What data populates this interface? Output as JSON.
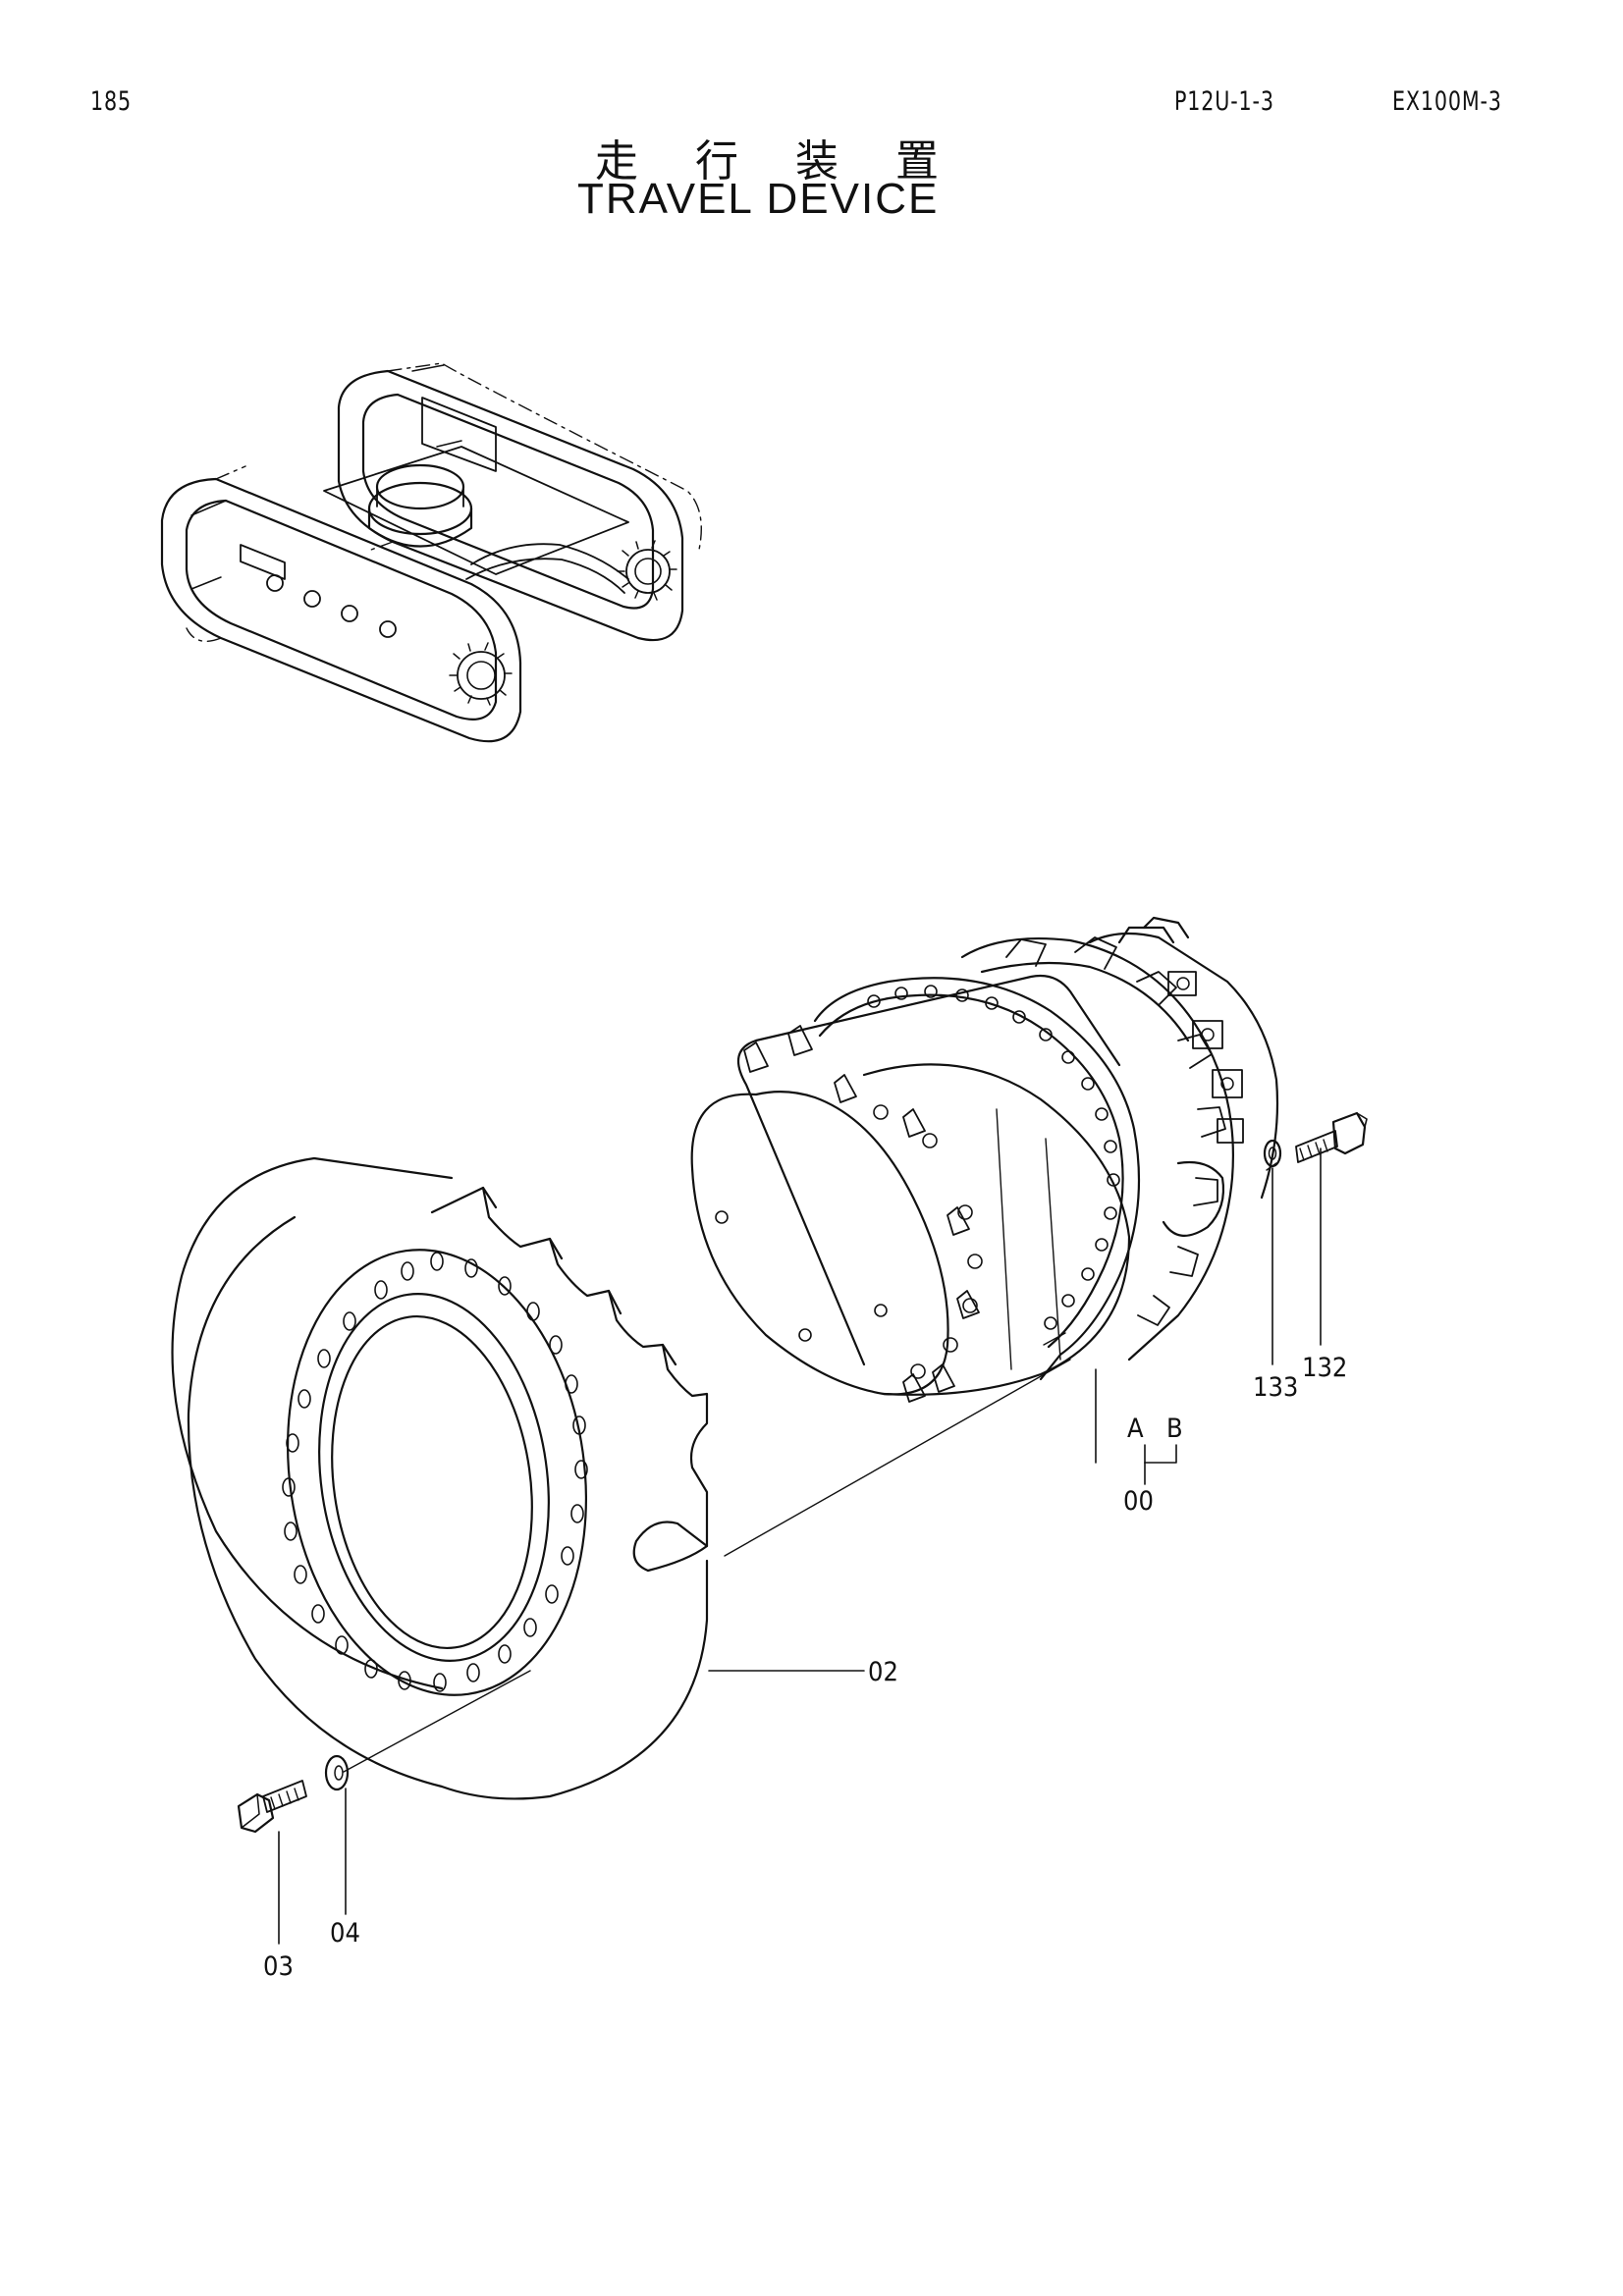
{
  "header": {
    "page_number": "185",
    "page_code": "P12U-1-3",
    "model": "EX100M-3"
  },
  "title": {
    "japanese": "走 行 装 置",
    "english": "TRAVEL DEVICE"
  },
  "callouts": {
    "assembly": "00",
    "variant_a": "A",
    "variant_b": "B",
    "sprocket": "02",
    "bolt": "03",
    "washer": "04",
    "motor_bolt": "132",
    "motor_washer": "133"
  },
  "colors": {
    "ink": "#111111",
    "paper": "#ffffff"
  }
}
